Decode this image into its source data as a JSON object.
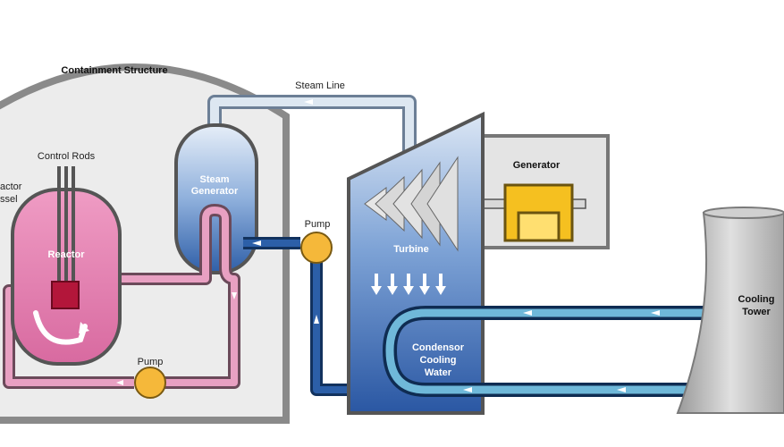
{
  "labels": {
    "containment": "Containment Structure",
    "steam_line": "Steam Line",
    "control_rods": "Control Rods",
    "reactor_vessel_1": "actor",
    "reactor_vessel_2": "ssel",
    "reactor": "Reactor",
    "steam_gen_1": "Steam",
    "steam_gen_2": "Generator",
    "generator": "Generator",
    "pump_top": "Pump",
    "pump_bottom": "Pump",
    "turbine": "Turbine",
    "condenser_1": "Condensor",
    "condenser_2": "Cooling",
    "condenser_3": "Water",
    "cooling_1": "Cooling",
    "cooling_2": "Tower"
  },
  "colors": {
    "containment_fill": "#ececec",
    "containment_border": "#8a8a8a",
    "reactor_fill": "#e57fb0",
    "primary_loop": "#d97aa5",
    "steam_line": "#dce6f0",
    "water_line": "#1e4a8c",
    "turbine_blue": "#4a7dc4",
    "generator_yellow": "#f5c020",
    "pump_orange": "#f5b83a",
    "tower_gray": "#c9c9c9"
  }
}
